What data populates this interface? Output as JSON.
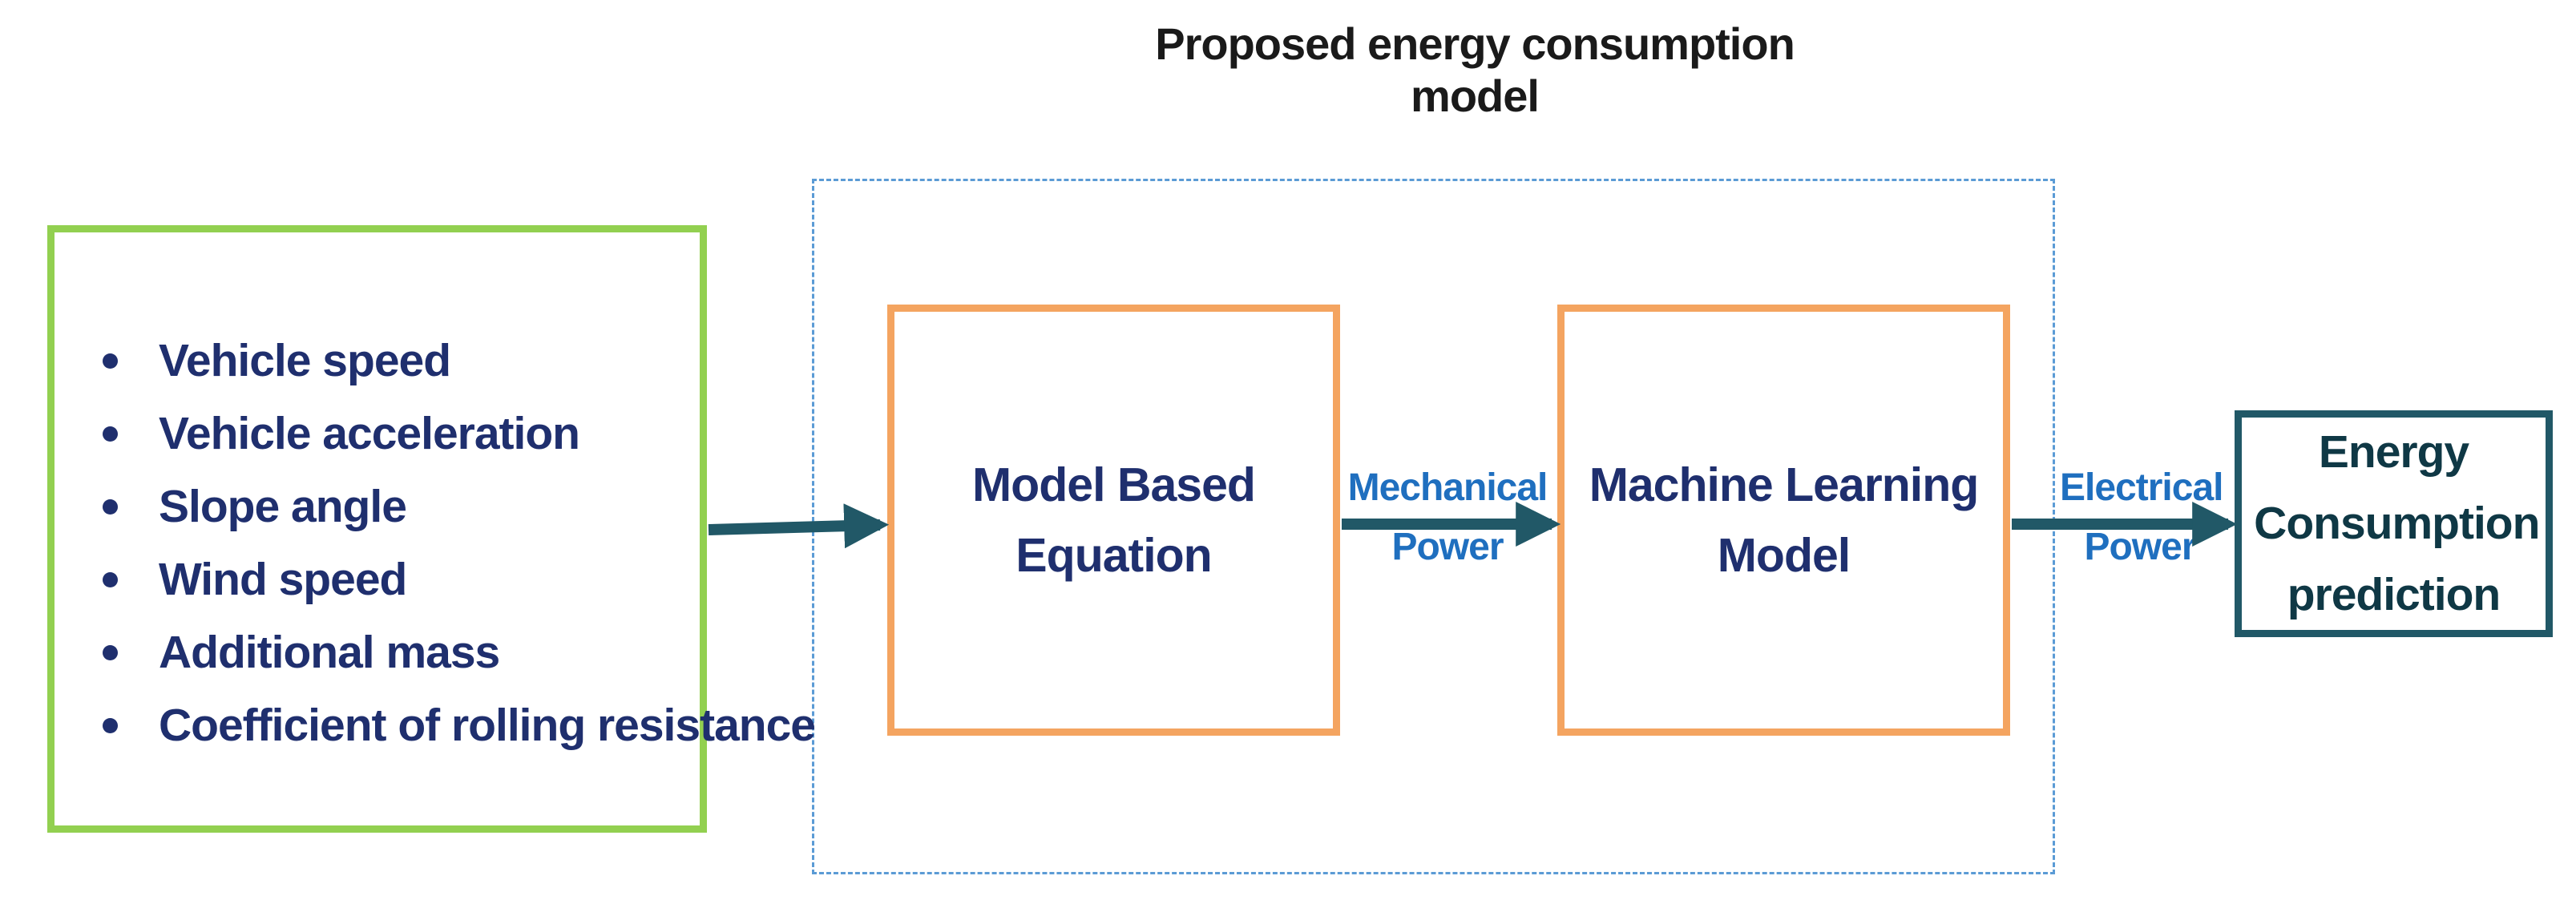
{
  "title": "Proposed energy consumption model",
  "inputs": {
    "items": [
      "Vehicle speed",
      "Vehicle acceleration",
      "Slope angle",
      "Wind speed",
      "Additional mass",
      "Coefficient of rolling resistance"
    ]
  },
  "blocks": {
    "model_based": "Model Based Equation",
    "machine_learning": "Machine Learning Model",
    "output": "Energy Consumption prediction"
  },
  "edges": {
    "mechanical": "Mechanical Power",
    "electrical": "Electrical Power"
  },
  "colors": {
    "input_border": "#92d050",
    "process_border": "#f4a460",
    "output_border": "#215867",
    "arrow": "#215867",
    "frame": "#5b9bd5",
    "label_text": "#1f6fbf",
    "block_text": "#1f2f6e"
  }
}
